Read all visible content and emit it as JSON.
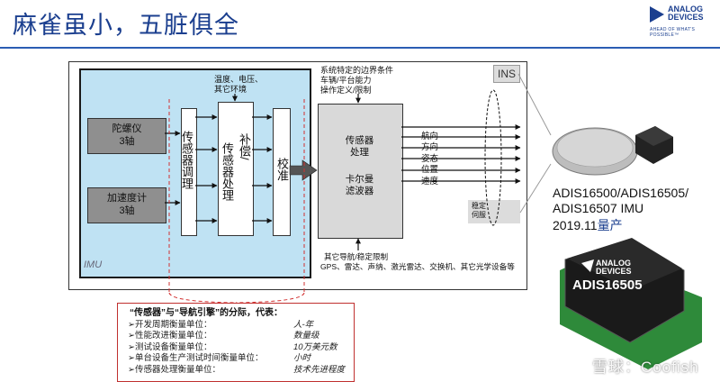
{
  "slide_title": "麻雀虽小，五脏俱全",
  "logo": {
    "line1": "ANALOG",
    "line2": "DEVICES",
    "tagline": "AHEAD OF WHAT'S POSSIBLE™"
  },
  "imu": {
    "label": "IMU",
    "gyro": {
      "line1": "陀螺仪",
      "line2": "3轴"
    },
    "accel": {
      "line1": "加速度计",
      "line2": "3轴"
    },
    "conditioning": "传感器调理",
    "env_note": {
      "line1": "温度、电压、",
      "line2": "其它环境"
    },
    "compensation": {
      "line1": "补偿/",
      "line2": "传感器处理"
    },
    "calibration": "校准"
  },
  "processor": {
    "top_note": {
      "line1": "系统特定的边界条件",
      "line2": "车辆/平台能力",
      "line3": "操作定义/限制"
    },
    "line1": "传感器",
    "line2": "处理",
    "line3": "卡尔曼",
    "line4": "滤波器",
    "outputs": [
      "航向",
      "方向",
      "姿态",
      "位置",
      "速度"
    ],
    "bottom_note": {
      "line1": "其它导航/稳定限制",
      "line2": "GPS、雷达、声纳、激光雷达、交换机、其它光学设备等"
    }
  },
  "ins_label": "INS",
  "stab_servo": {
    "line1": "稳定",
    "line2": "伺服"
  },
  "note": {
    "title": "“传感器”与“导航引擎”的分际，代表：",
    "rows": [
      {
        "label": "开发周期衡量单位：",
        "value": "人-年"
      },
      {
        "label": "性能改进衡量单位：",
        "value": "数量级"
      },
      {
        "label": "测试设备衡量单位：",
        "value": "10万美元数"
      },
      {
        "label": "单台设备生产测试时间衡量单位：",
        "value": "小时"
      },
      {
        "label": "传感器处理衡量单位：",
        "value": "技术先进程度"
      }
    ]
  },
  "products": {
    "line1": "ADIS16500/ADIS16505/",
    "line2": "ADIS16507 IMU",
    "line3_prefix": "2019.11",
    "line3_suffix": "量产"
  },
  "chip_marking": {
    "brand_line1": "ANALOG",
    "brand_line2": "DEVICES",
    "part": "ADIS16505"
  },
  "watermark": "雪球：Coofish",
  "colors": {
    "title": "#1b3f8f",
    "imu_bg": "#bfe2f3",
    "note_border": "#c0302f",
    "red_dash": "#d23030"
  }
}
